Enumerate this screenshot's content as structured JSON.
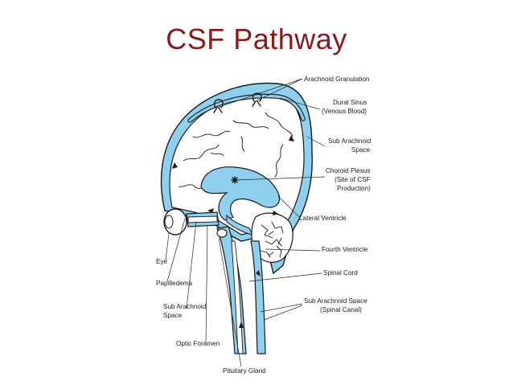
{
  "title": "CSF Pathway",
  "colors": {
    "title": "#8b1a1a",
    "csf_fill": "#8fd0ee",
    "line": "#1a1a1a"
  },
  "labels": {
    "arachnoid_granulation": "Arachnoid Granulation",
    "dural_sinus_1": "Dural Sinus",
    "dural_sinus_2": "(Venous Blood)",
    "sub_arachnoid_space_1": "Sub Arachnoid",
    "sub_arachnoid_space_2": "Space",
    "choroid_plexus_1": "Choroid Plexus",
    "choroid_plexus_2": "(Site of CSF",
    "choroid_plexus_3": "Production)",
    "lateral_ventricle": "Lateral Ventricle",
    "fourth_ventricle": "Fourth Ventricle",
    "spinal_cord": "Spinal Cord",
    "sub_arachnoid_spinal_1": "Sub Arachnoid Space",
    "sub_arachnoid_spinal_2": "(Spinal Canal)",
    "eye": "Eye",
    "papilledema": "Papilledema",
    "sub_arachnoid_left_1": "Sub Arachnoid",
    "sub_arachnoid_left_2": "Space",
    "optic_foramen": "Optic Foramen",
    "pituitary_gland": "Pituitary Gland"
  }
}
